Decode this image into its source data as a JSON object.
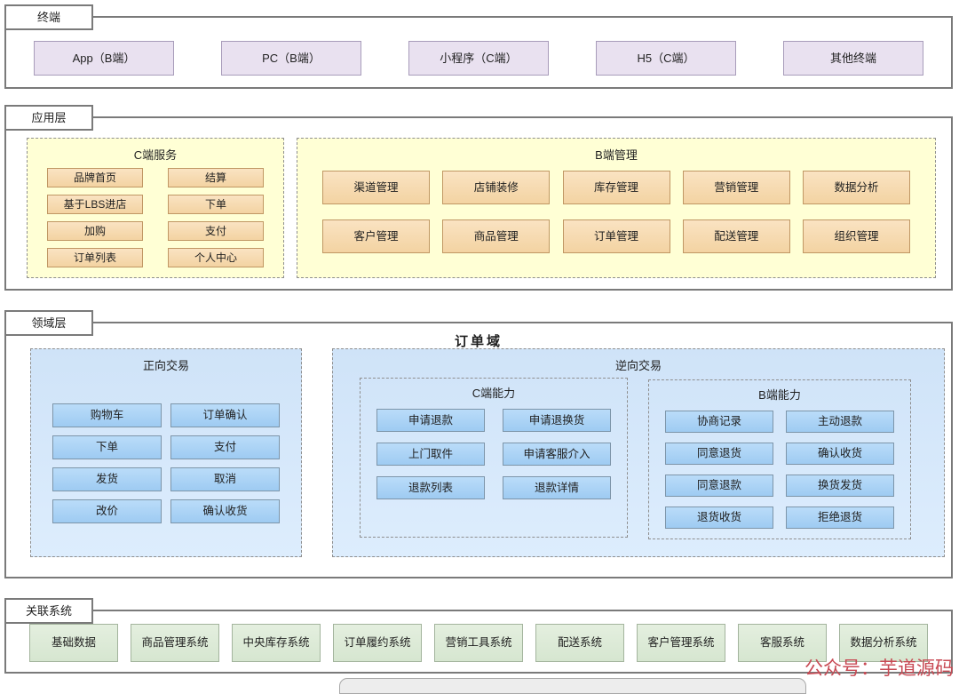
{
  "layers": {
    "terminal": {
      "tab": "终端",
      "boxes": [
        "App（B端）",
        "PC（B端）",
        "小程序（C端）",
        "H5（C端）",
        "其他终端"
      ]
    },
    "application": {
      "tab": "应用层",
      "c_services": {
        "title": "C端服务",
        "boxes": [
          "品牌首页",
          "结算",
          "基于LBS进店",
          "下单",
          "加购",
          "支付",
          "订单列表",
          "个人中心"
        ]
      },
      "b_management": {
        "title": "B端管理",
        "boxes": [
          "渠道管理",
          "店铺装修",
          "库存管理",
          "营销管理",
          "数据分析",
          "客户管理",
          "商品管理",
          "订单管理",
          "配送管理",
          "组织管理"
        ]
      }
    },
    "domain": {
      "tab": "领域层",
      "title": "订单域",
      "forward": {
        "title": "正向交易",
        "boxes": [
          "购物车",
          "订单确认",
          "下单",
          "支付",
          "发货",
          "取消",
          "改价",
          "确认收货"
        ]
      },
      "reverse": {
        "title": "逆向交易",
        "c_capability": {
          "title": "C端能力",
          "boxes": [
            "申请退款",
            "申请退换货",
            "上门取件",
            "申请客服介入",
            "退款列表",
            "退款详情"
          ]
        },
        "b_capability": {
          "title": "B端能力",
          "boxes": [
            "协商记录",
            "主动退款",
            "同意退货",
            "确认收货",
            "同意退款",
            "换货发货",
            "退货收货",
            "拒绝退货"
          ]
        }
      }
    },
    "related": {
      "tab": "关联系统",
      "boxes": [
        "基础数据",
        "商品管理系统",
        "中央库存系统",
        "订单履约系统",
        "营销工具系统",
        "配送系统",
        "客户管理系统",
        "客服系统",
        "数据分析系统"
      ]
    }
  },
  "watermark": "公众号：芋道源码",
  "colors": {
    "purple_fill": "#e9e1f0",
    "purple_border": "#a89cba",
    "yellow_panel": "#ffffd5",
    "tan_fill_top": "#fae3c2",
    "tan_fill_bottom": "#f3d3a2",
    "tan_border": "#c09764",
    "blue_panel_top": "#cfe3f8",
    "blue_panel_bottom": "#ddedfd",
    "blue_fill_top": "#badcf9",
    "blue_fill_bottom": "#9ecbf2",
    "blue_border": "#7d95a9",
    "green_fill_top": "#e4efdf",
    "green_fill_bottom": "#d6e6d0",
    "green_border": "#a3b49d",
    "dashed_border": "#8f8f8f",
    "layer_border": "#7a7a7a",
    "watermark_red": "#c84a54",
    "text": "#1f1f1f"
  }
}
